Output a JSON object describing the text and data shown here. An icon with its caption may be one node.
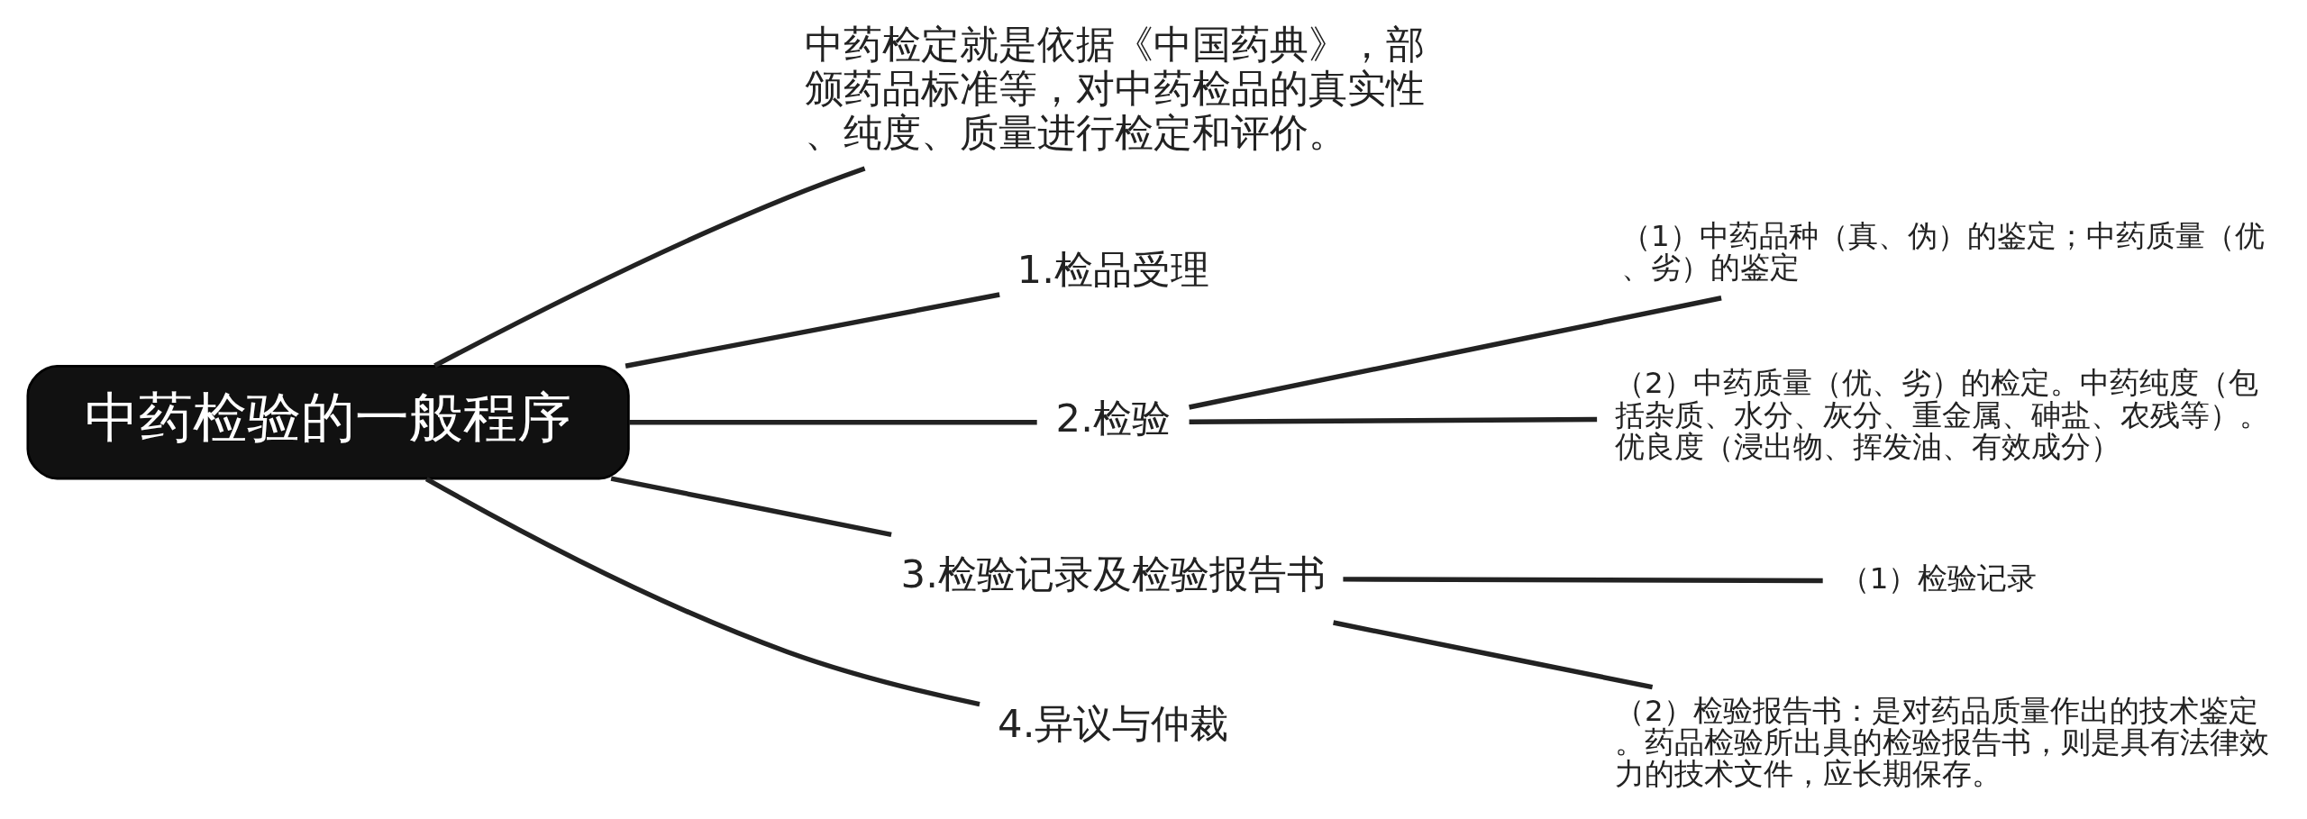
{
  "diagram": {
    "nodes": [
      {
        "text": [
          "中药检验的一般程序"
        ]
      },
      {
        "text": [
          "中药检定就是依据《中国药典》，部颁药品标准等，对中药检品的真实性、纯度、质量进行检定和评价。"
        ]
      },
      {
        "text": [
          "1.检品受理"
        ]
      },
      {
        "text": [
          "2.检验"
        ]
      },
      {
        "text": [
          "（1）中药品种（真、伪）的鉴定；中药质量（优、劣）的鉴定"
        ]
      },
      {
        "text": [
          "（2）中药质量（优、劣）的检定。中药纯度（包括杂质、水分、灰分、重金属、砷盐、农残等）。优良度（浸出物、挥发油、有效成分）"
        ]
      },
      {
        "text": [
          "3.检验记录及检验报告书"
        ]
      },
      {
        "text": [
          "（1）检验记录"
        ]
      },
      {
        "text": [
          "（2）检验报告书：是对药品质量作出的技术鉴定。药品检验所出具的检验报告书，则是具有法律效力的技术文件，应长期保存。"
        ]
      },
      {
        "text": [
          "4.异议与仲裁"
        ]
      }
    ],
    "edges": [
      {
        "from": 0,
        "to": 1,
        "arrow": "none"
      },
      {
        "from": 0,
        "to": 2,
        "arrow": "none"
      },
      {
        "from": 0,
        "to": 3,
        "arrow": "none"
      },
      {
        "from": 3,
        "to": 4,
        "arrow": "none"
      },
      {
        "from": 3,
        "to": 5,
        "arrow": "none"
      },
      {
        "from": 0,
        "to": 6,
        "arrow": "none"
      },
      {
        "from": 6,
        "to": 7,
        "arrow": "none"
      },
      {
        "from": 6,
        "to": 8,
        "arrow": "none"
      },
      {
        "from": 0,
        "to": 9,
        "arrow": "none"
      }
    ]
  }
}
